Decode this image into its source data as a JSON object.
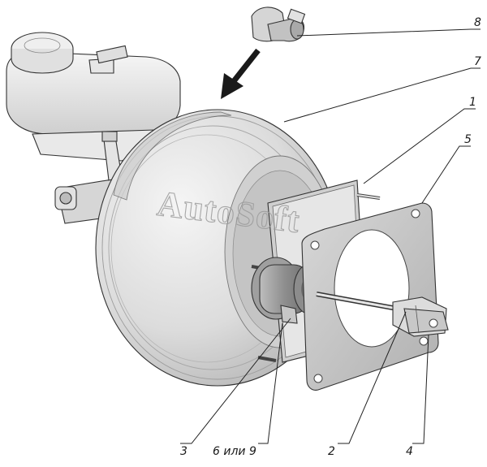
{
  "watermark": "AutoSoft",
  "callouts": [
    {
      "id": "8",
      "text": "8"
    },
    {
      "id": "7",
      "text": "7"
    },
    {
      "id": "1",
      "text": "1"
    },
    {
      "id": "5",
      "text": "5"
    },
    {
      "id": "3",
      "text": "3"
    },
    {
      "id": "6or9",
      "text": "6 или 9"
    },
    {
      "id": "2",
      "text": "2"
    },
    {
      "id": "4",
      "text": "4"
    }
  ],
  "colors": {
    "part_fill": "#e3e3e3",
    "part_light": "#f4f4f4",
    "part_shadow": "#b9b9b9",
    "outline": "#333333",
    "arrow": "#1a1a1a"
  }
}
